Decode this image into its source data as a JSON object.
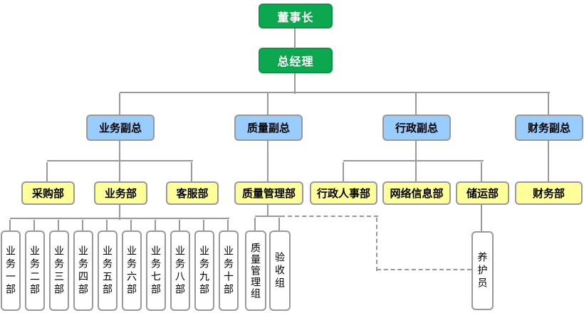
{
  "colors": {
    "executive_green": "#0da750",
    "vp_blue": "#99ccff",
    "dept_yellow": "#ffff99",
    "unit_white": "#ffffff",
    "box_border_gray": "#999999",
    "connector_gray": "#999999"
  },
  "org": {
    "chairman": "董事长",
    "general_manager": "总经理",
    "vps": [
      "业务副总",
      "质量副总",
      "行政副总",
      "财务副总"
    ],
    "departments": [
      "采购部",
      "业务部",
      "客服部",
      "质量管理部",
      "行政人事部",
      "网络信息部",
      "储运部",
      "财务部"
    ],
    "business_units": [
      "业务一部",
      "业务二部",
      "业务三部",
      "业务四部",
      "业务五部",
      "业务六部",
      "业务七部",
      "业务八部",
      "业务九部",
      "业务十部"
    ],
    "quality_groups": [
      "质量管理组",
      "验收组"
    ],
    "maintenance_staff": "养护员"
  }
}
